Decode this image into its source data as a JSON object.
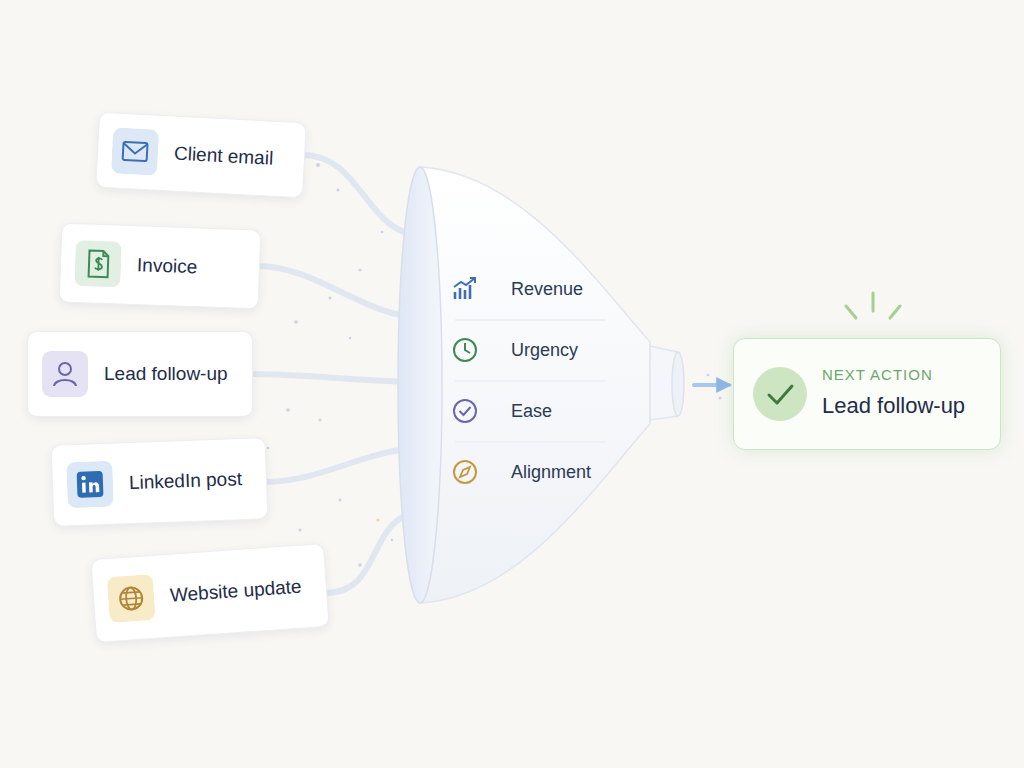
{
  "diagram": {
    "nodes": [
      {
        "text": [
          "Client email"
        ]
      },
      {
        "text": [
          "Invoice"
        ]
      },
      {
        "text": [
          "Lead follow-up"
        ]
      },
      {
        "text": [
          "LinkedIn post"
        ]
      },
      {
        "text": [
          "Website update"
        ]
      },
      {
        "text": [
          "Revenue",
          "Urgency",
          "Ease",
          "Alignment"
        ]
      },
      {
        "text": [
          "NEXT ACTION",
          "Lead follow-up"
        ]
      }
    ],
    "edges": [
      {
        "from": 0,
        "to": 5,
        "arrow": "none"
      },
      {
        "from": 1,
        "to": 5,
        "arrow": "none"
      },
      {
        "from": 2,
        "to": 5,
        "arrow": "none"
      },
      {
        "from": 3,
        "to": 5,
        "arrow": "none"
      },
      {
        "from": 4,
        "to": 5,
        "arrow": "none"
      },
      {
        "from": 5,
        "to": 6,
        "arrow": "to"
      }
    ]
  }
}
